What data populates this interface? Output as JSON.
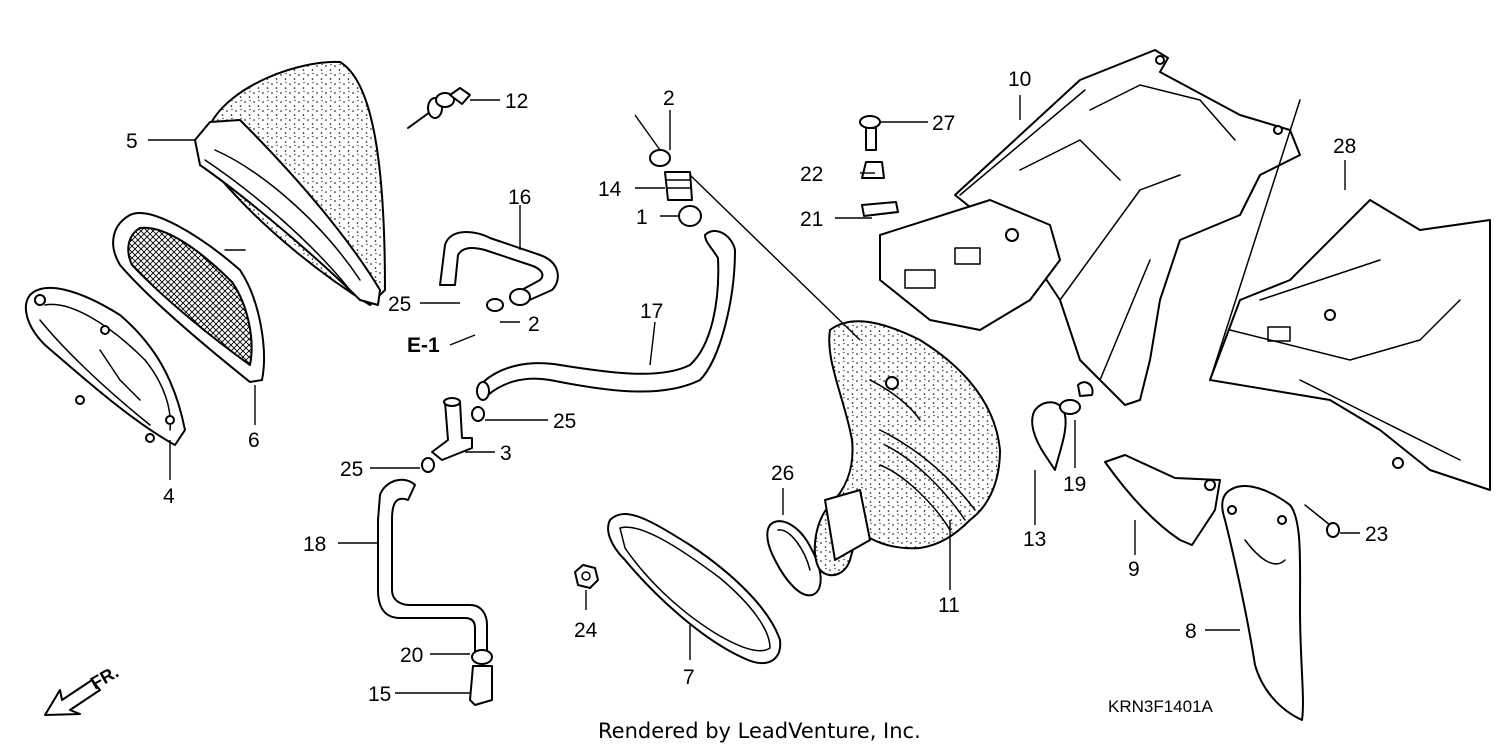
{
  "diagram": {
    "callouts": {
      "c1": "1",
      "c2a": "2",
      "c2b": "2",
      "c3": "3",
      "c4": "4",
      "c5": "5",
      "c6": "6",
      "c7": "7",
      "c8": "8",
      "c9": "9",
      "c10": "10",
      "c11": "11",
      "c12": "12",
      "c13": "13",
      "c14": "14",
      "c15": "15",
      "c16": "16",
      "c17": "17",
      "c18": "18",
      "c19": "19",
      "c20": "20",
      "c21": "21",
      "c22": "22",
      "c23": "23",
      "c24": "24",
      "c25a": "25",
      "c25b": "25",
      "c25c": "25",
      "c26": "26",
      "c27": "27",
      "c28": "28"
    },
    "reference_label": "E-1",
    "diagram_code": "KRN3F1401A",
    "direction_label": "FR.",
    "footer": "Rendered by LeadVenture, Inc."
  }
}
